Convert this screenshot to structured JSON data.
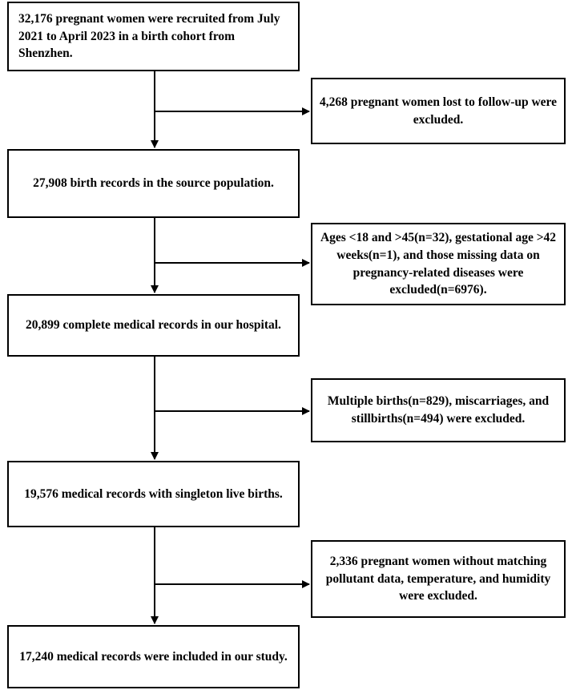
{
  "flowchart": {
    "main_boxes": [
      {
        "text": "32,176 pregnant women were recruited from July 2021 to April 2023 in a birth cohort from Shenzhen."
      },
      {
        "text": "27,908 birth records in the source population."
      },
      {
        "text": "20,899 complete medical records in our hospital."
      },
      {
        "text": "19,576 medical records with singleton live births."
      },
      {
        "text": "17,240 medical records were included in our study."
      }
    ],
    "exclusion_boxes": [
      {
        "text": "4,268 pregnant women lost to follow-up were excluded."
      },
      {
        "text": "Ages <18 and >45(n=32), gestational age >42 weeks(n=1), and those missing data on pregnancy-related diseases were excluded(n=6976)."
      },
      {
        "text": "Multiple births(n=829), miscarriages, and stillbirths(n=494) were excluded."
      },
      {
        "text": "2,336 pregnant women without matching pollutant data, temperature, and humidity were excluded."
      }
    ]
  }
}
